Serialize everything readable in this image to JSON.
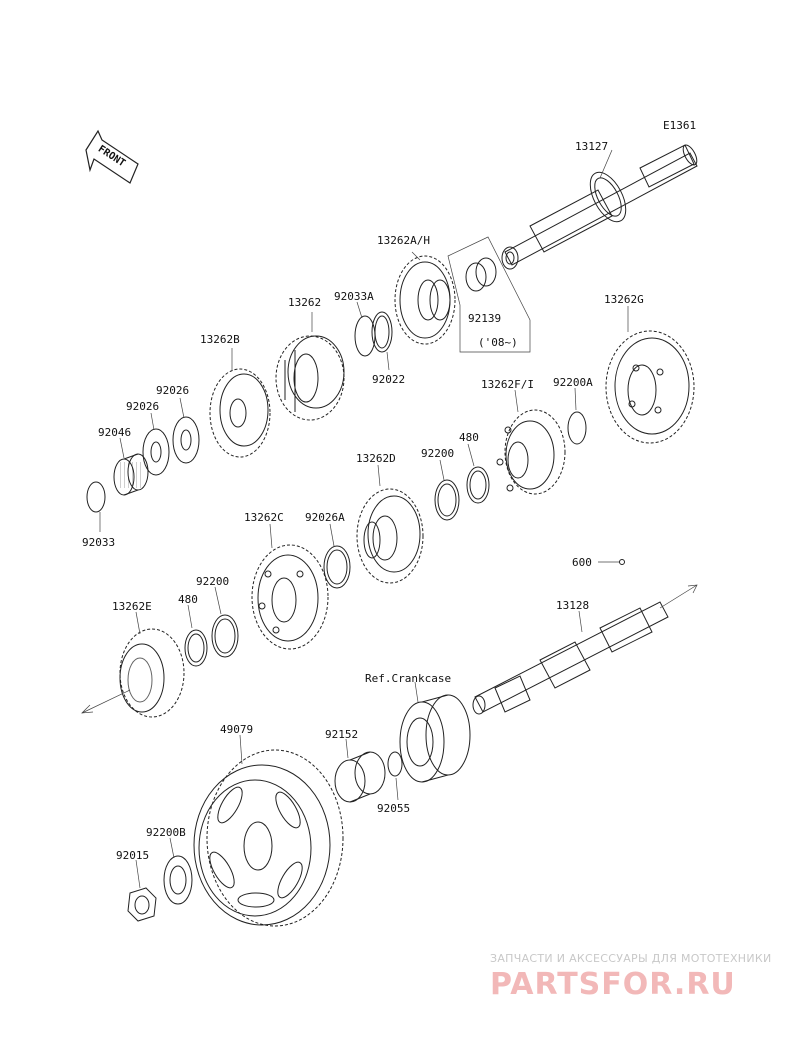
{
  "diagram_id": "E1361",
  "front_label": "FRONT",
  "parts": {
    "p13127": "13127",
    "p13262AH": "13262A/H",
    "p92139": "92139",
    "p92139_note": "('08~)",
    "p13262": "13262",
    "p92033A": "92033A",
    "p92022": "92022",
    "p13262B": "13262B",
    "p13262G": "13262G",
    "p92026_a": "92026",
    "p92026_b": "92026",
    "p92046": "92046",
    "p92033": "92033",
    "p13262FI": "13262F/I",
    "p92200A": "92200A",
    "p480_a": "480",
    "p92200_a": "92200",
    "p13262D": "13262D",
    "p13262C": "13262C",
    "p92026A": "92026A",
    "p92200_b": "92200",
    "p480_b": "480",
    "p13262E": "13262E",
    "p600": "600",
    "p13128": "13128",
    "ref_crankcase": "Ref.Crankcase",
    "p49079": "49079",
    "p92152": "92152",
    "p92055": "92055",
    "p92200B": "92200B",
    "p92015": "92015"
  },
  "watermark": {
    "tagline": "ЗАПЧАСТИ И АКСЕССУАРЫ ДЛЯ МОТОТЕХНИКИ",
    "brand": "PARTSFOR.RU"
  }
}
